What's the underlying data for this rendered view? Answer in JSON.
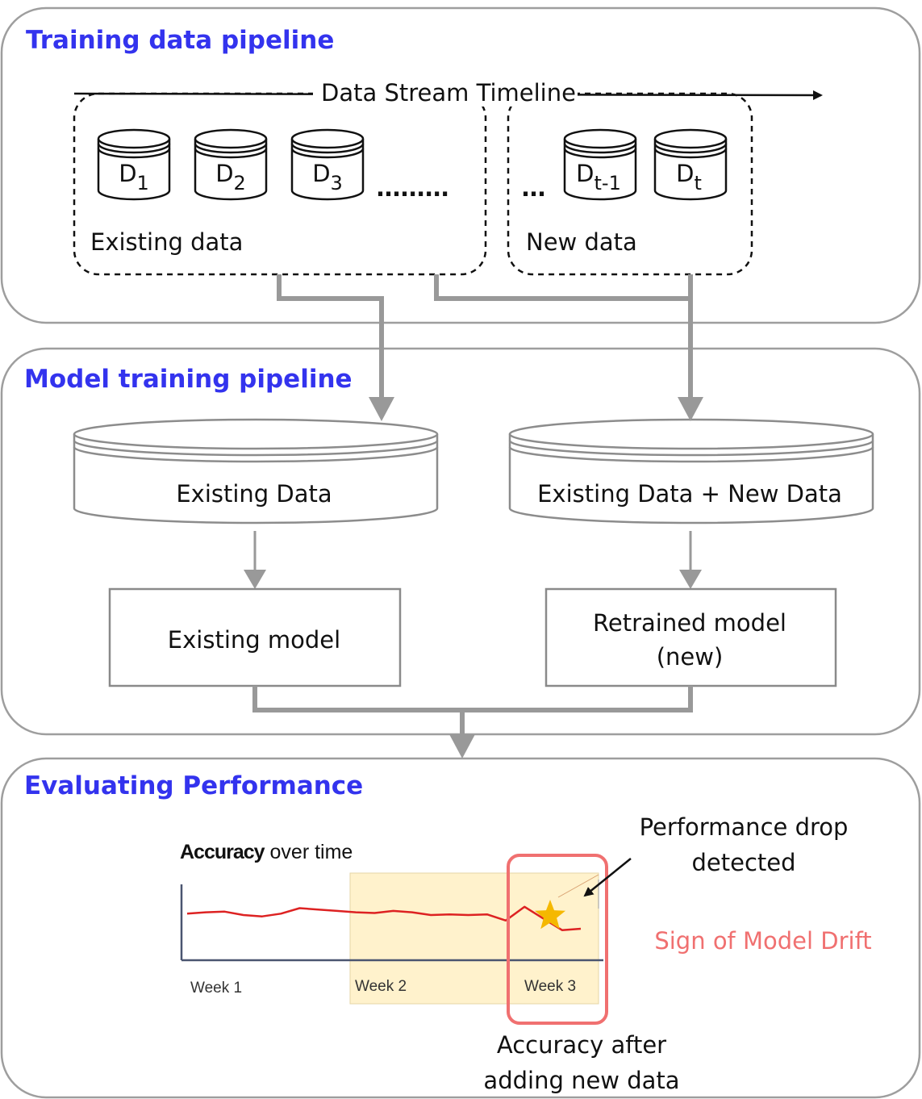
{
  "sections": {
    "training_data_pipeline": "Training data pipeline",
    "model_training_pipeline": "Model training pipeline",
    "evaluating_performance": "Evaluating Performance"
  },
  "timeline": {
    "label": "Data Stream Timeline"
  },
  "datasets": {
    "existing": [
      {
        "letter": "D",
        "sub": "1"
      },
      {
        "letter": "D",
        "sub": "2"
      },
      {
        "letter": "D",
        "sub": "3"
      }
    ],
    "existing_ellipsis": ".........",
    "new_ellipsis": "...",
    "new": [
      {
        "letter": "D",
        "sub": "t-1"
      },
      {
        "letter": "D",
        "sub": "t"
      }
    ],
    "existing_group_label": "Existing data",
    "new_group_label": "New data"
  },
  "training": {
    "existing_store": "Existing Data",
    "combined_store": "Existing Data + New Data",
    "existing_model": "Existing model",
    "retrained_model_line1": "Retrained model",
    "retrained_model_line2": "(new)"
  },
  "evaluation": {
    "chart_title_bold": "Accuracy",
    "chart_title_rest": " over time",
    "performance_drop_line1": "Performance drop",
    "performance_drop_line2": "detected",
    "drift_label": "Sign of Model Drift",
    "accuracy_after_line1": "Accuracy after",
    "accuracy_after_line2": "adding new data",
    "colors": {
      "title": "#3333ee",
      "highlight_box": "#f07070",
      "drift_text": "#f07070",
      "shaded_region": "#fff2cc",
      "accuracy_line": "#dd2222",
      "marker": "#f5b800"
    }
  },
  "chart_data": {
    "type": "line",
    "title": "Accuracy over time",
    "categories": [
      "Week 1",
      "Week 2",
      "Week 3"
    ],
    "shaded_categories": [
      "Week 2",
      "Week 3"
    ],
    "highlighted_category": "Week 3",
    "marker": "star",
    "series": [
      {
        "values": [
          0.62,
          0.64,
          0.65,
          0.6,
          0.58,
          0.62,
          0.7,
          0.68,
          0.66,
          0.64,
          0.63,
          0.66,
          0.64,
          0.6,
          0.61,
          0.6,
          0.61,
          0.52,
          0.72,
          0.55,
          0.38,
          0.4
        ]
      }
    ]
  }
}
